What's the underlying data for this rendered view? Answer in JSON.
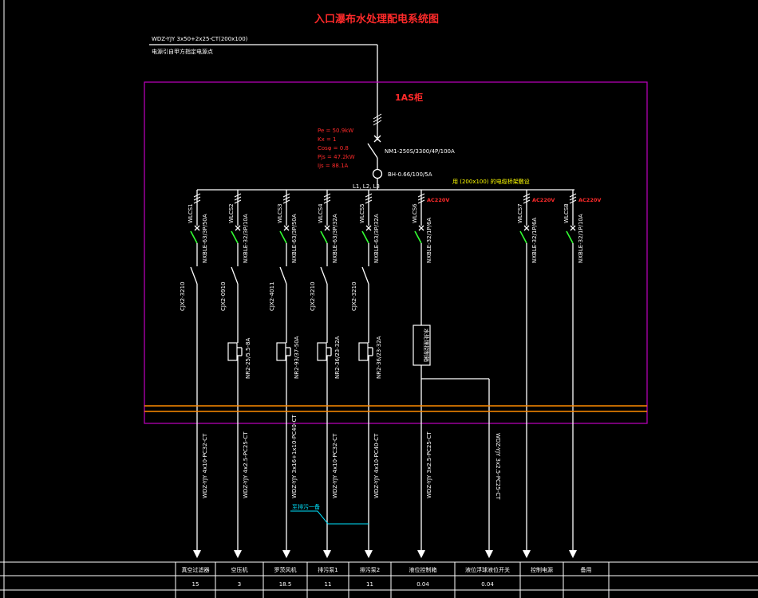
{
  "title": "入口瀑布水处理配电系统图",
  "incoming": {
    "cable": "WDZ-YJY 3x50+2x25-CT(200x100)",
    "note": "电源引自甲方指定电源点"
  },
  "panel": {
    "name": "1AS柜",
    "calc": [
      "Pe = 50.9kW",
      "Kx = 1",
      "Cosφ = 0.8",
      "Pjs = 47.2kW",
      "Ijs = 88.1A"
    ],
    "main_breaker": "NM1-250S/3300/4P/100A",
    "ct": "BH-0.66/100/5A",
    "phase_label": "L1, L2, L3",
    "bus_note": "用 (200x100) 的电缆桥架敷设"
  },
  "circuits": [
    {
      "id": "WLCS1",
      "breaker": "NXBLE-63/3P/50A",
      "contactor": "CJX2-3210",
      "relay": "",
      "cable": "WDZ-YJY 4x10-PC32-CT",
      "load": "真空过滤器",
      "power": "15",
      "voltage": ""
    },
    {
      "id": "WLCS2",
      "breaker": "NXBLE-32/3P/10A",
      "contactor": "CJX2-0910",
      "relay": "NR2-25/5.5-8A",
      "cable": "WDZ-YJY 4x2.5-PC25-CT",
      "load": "空压机",
      "power": "3",
      "voltage": ""
    },
    {
      "id": "WLCS3",
      "breaker": "NXBLE-63/3P/50A",
      "contactor": "CJX2-4011",
      "relay": "NR2-93/37-50A",
      "cable": "WDZ-YJY 3x16+1x10-PC40-CT",
      "load": "罗茨风机",
      "power": "18.5",
      "voltage": ""
    },
    {
      "id": "WLCS4",
      "breaker": "NXBLE-63/3P/32A",
      "contactor": "CJX2-3210",
      "relay": "NR2-36/23-32A",
      "cable": "WDZ-YJY 4x10-PC32-CT",
      "load": "排污泵1",
      "power": "11",
      "voltage": ""
    },
    {
      "id": "WLCS5",
      "breaker": "NXBLE-63/3P/32A",
      "contactor": "CJX2-3210",
      "relay": "NR2-36/23-32A",
      "cable": "WDZ-YJY 4x10-PC40-CT",
      "load": "排污泵2",
      "power": "11",
      "voltage": ""
    },
    {
      "id": "WLCS6",
      "breaker": "NXBLE-32/1P/6A",
      "contactor": "",
      "relay": "",
      "cable": "WDZ-YJY 3x2.5-PC25-CT",
      "load": "液位控制箱",
      "power": "0.04",
      "voltage": "AC220V"
    },
    {
      "id": "WLCS7",
      "breaker": "NXBLE-32/1P/6A",
      "contactor": "",
      "relay": "",
      "cable": "",
      "load": "控制电源",
      "power": "",
      "voltage": "AC220V"
    },
    {
      "id": "WLCS8",
      "breaker": "NXBLE-32/1P/10A",
      "contactor": "",
      "relay": "",
      "cable": "",
      "load": "备用",
      "power": "",
      "voltage": "AC220V"
    }
  ],
  "float_switch": {
    "label": "水处理控制箱",
    "cable": "WDZ-YJY 3x2.5-PC25-CT",
    "load": "液位浮球液位开关",
    "power": "0.04"
  },
  "annotation": "至排污一备",
  "colors": {
    "background": "#000000",
    "line": "#ffffff",
    "title": "#ff2a2a",
    "panel_frame": "#c000c0",
    "bus": "#ff8c00",
    "switch_green": "#33ff33",
    "note_yellow": "#ffff00",
    "annotation": "#00e5ff"
  }
}
